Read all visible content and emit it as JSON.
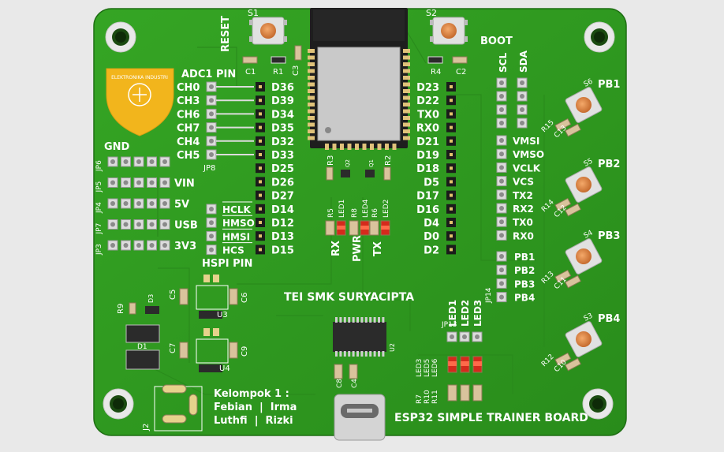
{
  "board": {
    "title": "ESP32 SIMPLE TRAINER BOARD",
    "school": "TEI  SMK SURYACIPTA",
    "group_title": "Kelompok 1 :",
    "members_row1": "Febian  |  Irma",
    "members_row2": "Luthfi  |  Rizki",
    "colors": {
      "pcb": "#2e9a1f",
      "silk": "#ffffff",
      "gold": "#d8b25a",
      "module": "#2a2a2a"
    }
  },
  "buttons": {
    "reset": {
      "ref": "S1",
      "label": "RESET"
    },
    "boot": {
      "ref": "S2",
      "label": "BOOT"
    },
    "pb": [
      {
        "ref": "S6",
        "label": "PB1",
        "r": "R15",
        "c": "C13"
      },
      {
        "ref": "S5",
        "label": "PB2",
        "r": "R14",
        "c": "C12"
      },
      {
        "ref": "S4",
        "label": "PB3",
        "r": "R13",
        "c": "C11"
      },
      {
        "ref": "S3",
        "label": "PB4",
        "r": "R12",
        "c": "C10"
      }
    ]
  },
  "adc": {
    "title": "ADC1 PIN",
    "channels": [
      "CH0",
      "CH3",
      "CH6",
      "CH7",
      "CH4",
      "CH5"
    ],
    "header": "JP8"
  },
  "left_pins": [
    "D36",
    "D39",
    "D34",
    "D35",
    "D32",
    "D33",
    "D25",
    "D26",
    "D27",
    "D14",
    "D12",
    "D13",
    "D15"
  ],
  "right_pins": [
    "D23",
    "D22",
    "TX0",
    "RX0",
    "D21",
    "D19",
    "D18",
    "D5",
    "D17",
    "D16",
    "D4",
    "D0",
    "D2"
  ],
  "hspi": {
    "title": "HSPI PIN",
    "signals": [
      "HCLK",
      "HMSO",
      "HMSI",
      "HCS"
    ]
  },
  "power": {
    "rows": [
      {
        "jp": "JP6",
        "label": "GND"
      },
      {
        "jp": "JP5",
        "label": "VIN"
      },
      {
        "jp": "JP4",
        "label": "5V"
      },
      {
        "jp": "JP7",
        "label": "USB"
      },
      {
        "jp": "JP3",
        "label": "3V3"
      }
    ]
  },
  "i2c": {
    "scl": "SCL",
    "sda": "SDA"
  },
  "spi_labels": [
    "VMSI",
    "VMSO",
    "VCLK",
    "VCS",
    "TX2",
    "RX2",
    "TX0",
    "RX0"
  ],
  "pb_labels": [
    "PB1",
    "PB2",
    "PB3",
    "PB4"
  ],
  "pb_header": "JP14",
  "leds": {
    "status": [
      "RX",
      "PWR",
      "TX"
    ],
    "status_refs": [
      "R5",
      "LED1",
      "R8",
      "LED4",
      "R6",
      "LED2"
    ],
    "user": [
      "LED1",
      "LED2",
      "LED3"
    ],
    "user_refs": [
      "LED3",
      "LED5",
      "LED6"
    ],
    "user_res": [
      "R7",
      "R10",
      "R11"
    ]
  },
  "refs": {
    "c1": "C1",
    "r1": "R1",
    "c3": "C3",
    "r4": "R4",
    "c2": "C2",
    "r3": "R3",
    "q2": "Q2",
    "q1": "Q1",
    "r2": "R2",
    "c5": "C5",
    "c6": "C6",
    "u3": "U3",
    "c7": "C7",
    "c9": "C9",
    "u4": "U4",
    "r9": "R9",
    "d3": "D3",
    "d1": "D1",
    "c8": "C8",
    "c4": "C4",
    "u2": "U2",
    "j2": "J2",
    "jp13": "JP13"
  },
  "logo": {
    "text": "ELEKTRONIKA INDUSTRI"
  }
}
